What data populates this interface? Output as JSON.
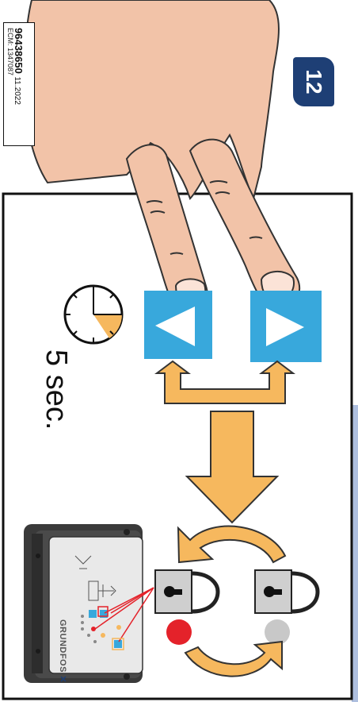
{
  "label": {
    "code": "96438650",
    "date": "11.2022",
    "ecm": "ECM: 1347087"
  },
  "step_number": "12",
  "hold_time": "5 sec.",
  "brand": "GRUNDFOS",
  "colors": {
    "step_badge": "#1e3f75",
    "button_blue": "#38a8dc",
    "arrow_orange": "#f6b85e",
    "led_red": "#e4222a",
    "led_grey": "#c8c8c8",
    "lock_grey": "#cfcfcf",
    "controller_dark": "#3a3a3a",
    "skin": "#f2c3a8"
  },
  "icons": [
    "hand-icon",
    "clock-icon",
    "button-left-icon",
    "button-right-icon",
    "lock-icon",
    "unlock-icon",
    "controller-icon"
  ]
}
